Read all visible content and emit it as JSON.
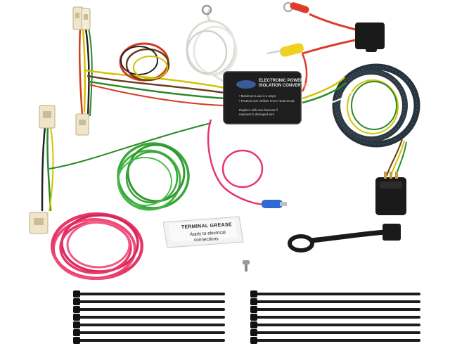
{
  "converter": {
    "title_line1": "ELECTRONIC POWER",
    "title_line2": "ISOLATION CONVERTER",
    "bullet1": "• Maximum Load 4.2 amps",
    "bullet2": "• Protects Car Vehicle From Fault Circuit",
    "note1": "Replace with new harness if",
    "note2": "exposed to damaged wire"
  },
  "grease_packet": {
    "title": "TERMINAL GREASE",
    "line1": "Apply to electrical",
    "line2": "connections"
  },
  "colors": {
    "wire_green": "#3aa53a",
    "wire_red": "#e8356a",
    "wire_white": "#f2f2ee",
    "zip_tie": "#1c1c1c",
    "loom": "#26323c"
  }
}
